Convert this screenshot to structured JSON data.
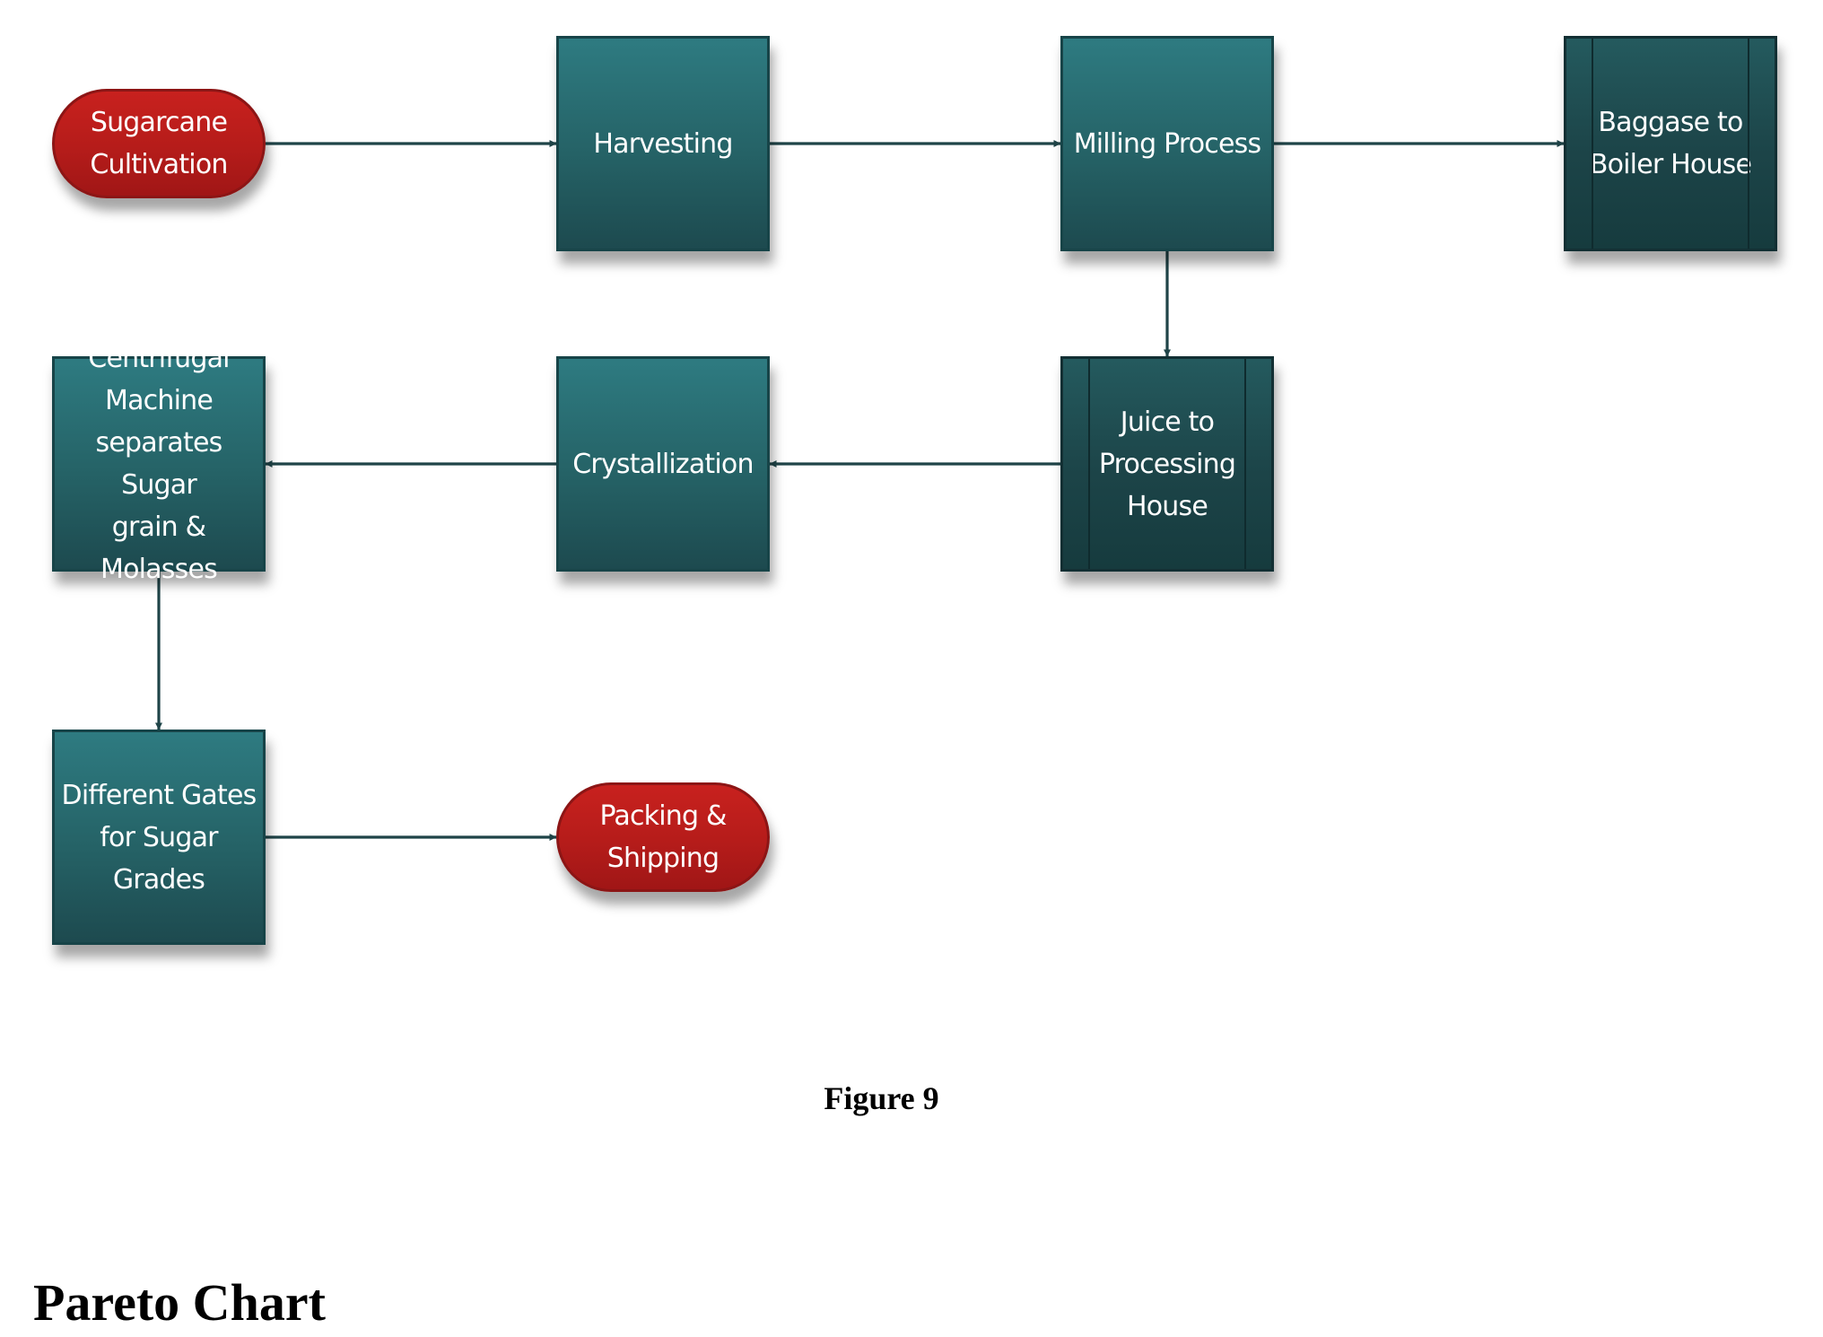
{
  "diagram": {
    "nodes": [
      {
        "id": "sugarcane-cultivation",
        "shape": "terminal",
        "label": "Sugarcane\nCultivation"
      },
      {
        "id": "harvesting",
        "shape": "process",
        "label": "Harvesting"
      },
      {
        "id": "milling-process",
        "shape": "process",
        "label": "Milling Process"
      },
      {
        "id": "baggase-to-boiler-house",
        "shape": "predefined-process",
        "label": "Baggase to\nBoiler House"
      },
      {
        "id": "juice-to-processing-house",
        "shape": "predefined-process",
        "label": "Juice to\nProcessing\nHouse"
      },
      {
        "id": "crystallization",
        "shape": "process",
        "label": "Crystallization"
      },
      {
        "id": "centrifugal-machine",
        "shape": "process",
        "label": "Centrifugal\nMachine\nseparates Sugar\ngrain & Molasses"
      },
      {
        "id": "different-gates",
        "shape": "process",
        "label": "Different Gates\nfor Sugar Grades"
      },
      {
        "id": "packing-shipping",
        "shape": "terminal",
        "label": "Packing &\nShipping"
      }
    ],
    "edges": [
      {
        "from": "sugarcane-cultivation",
        "to": "harvesting"
      },
      {
        "from": "harvesting",
        "to": "milling-process"
      },
      {
        "from": "milling-process",
        "to": "baggase-to-boiler-house"
      },
      {
        "from": "milling-process",
        "to": "juice-to-processing-house"
      },
      {
        "from": "juice-to-processing-house",
        "to": "crystallization"
      },
      {
        "from": "crystallization",
        "to": "centrifugal-machine"
      },
      {
        "from": "centrifugal-machine",
        "to": "different-gates"
      },
      {
        "from": "different-gates",
        "to": "packing-shipping"
      }
    ]
  },
  "colors": {
    "process_fill": "#256266",
    "predefined_fill": "#1c4448",
    "terminal_fill": "#b51c1a",
    "connector": "#1f4448",
    "text": "#ffffff"
  },
  "caption": "Figure 9",
  "heading": "Pareto Chart"
}
